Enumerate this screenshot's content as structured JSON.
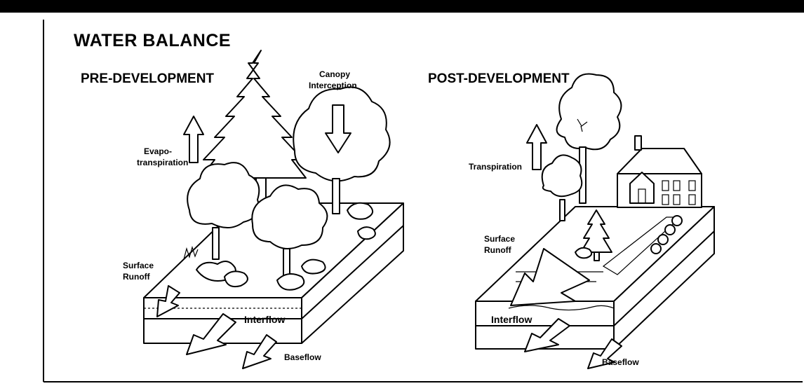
{
  "title": "WATER BALANCE",
  "panels": {
    "pre": {
      "heading": "PRE-DEVELOPMENT",
      "labels": {
        "canopy_1": "Canopy",
        "canopy_2": "Interception",
        "evapo_1": "Evapo-",
        "evapo_2": "transpiration",
        "runoff_1": "Surface",
        "runoff_2": "Runoff",
        "interflow": "Interflow",
        "baseflow": "Baseflow"
      }
    },
    "post": {
      "heading": "POST-DEVELOPMENT",
      "labels": {
        "transpiration": "Transpiration",
        "runoff_1": "Surface",
        "runoff_2": "Runoff",
        "interflow": "Interflow",
        "baseflow": "Baseflow"
      }
    }
  }
}
